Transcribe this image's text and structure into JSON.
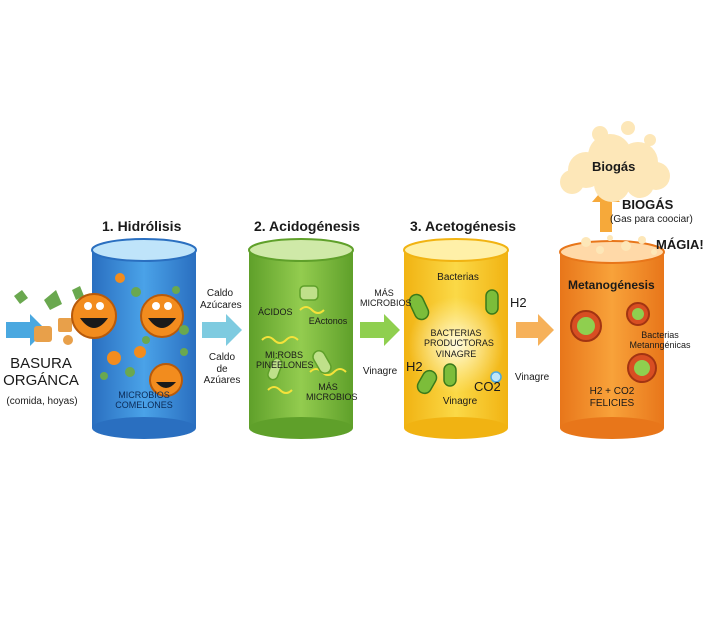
{
  "stages": [
    {
      "title": "1. Hidrólisis",
      "label": "MICROBIOS COMELONES"
    },
    {
      "title": "2. Acidogénesis",
      "label_acids": "ÁCIDOS",
      "label_mid": "EActonos",
      "label_microbes": "MI:ROBS PINEELONES",
      "label_more": "MÁS MICROBIOS"
    },
    {
      "title": "3. Acetogénesis",
      "label_bacteria": "Bacterias",
      "label_center": "BACTERIAS PRODUCTORAS VINAGRE",
      "label_h2": "H2",
      "label_h2_left": "H2",
      "label_co2": "CO2",
      "label_vinagre_bottom": "Vinagre"
    },
    {
      "title": "Metanogénesis",
      "label_bacteria": "Bacterias Metanngénicas",
      "label_bottom": "H2 + CO2 FELICIES"
    }
  ],
  "input": {
    "title": "BASURA ORGÁNCA",
    "subtitle": "(comida, hoyas)"
  },
  "arrows": {
    "a1_top": "Caldo Azúcares",
    "a1_bottom": "Caldo de Azúares",
    "a2_top": "MÁS MICROBIOS",
    "a2_bottom": "Vinagre",
    "a3_right": "Vinagre"
  },
  "output": {
    "cloud": "Biogás",
    "title": "BIOGÁS",
    "subtitle": "(Gas para coociar)",
    "magic": "MÁGIA!"
  },
  "colors": {
    "blue": "#3a8fd8",
    "green": "#7cbd3a",
    "yellow": "#f5c425",
    "orange": "#f28c1e",
    "arrow_blue": "#4aa8e0",
    "arrow_teal": "#7ecbe0",
    "arrow_green": "#8fcf4f",
    "arrow_orange": "#f6b15a"
  }
}
